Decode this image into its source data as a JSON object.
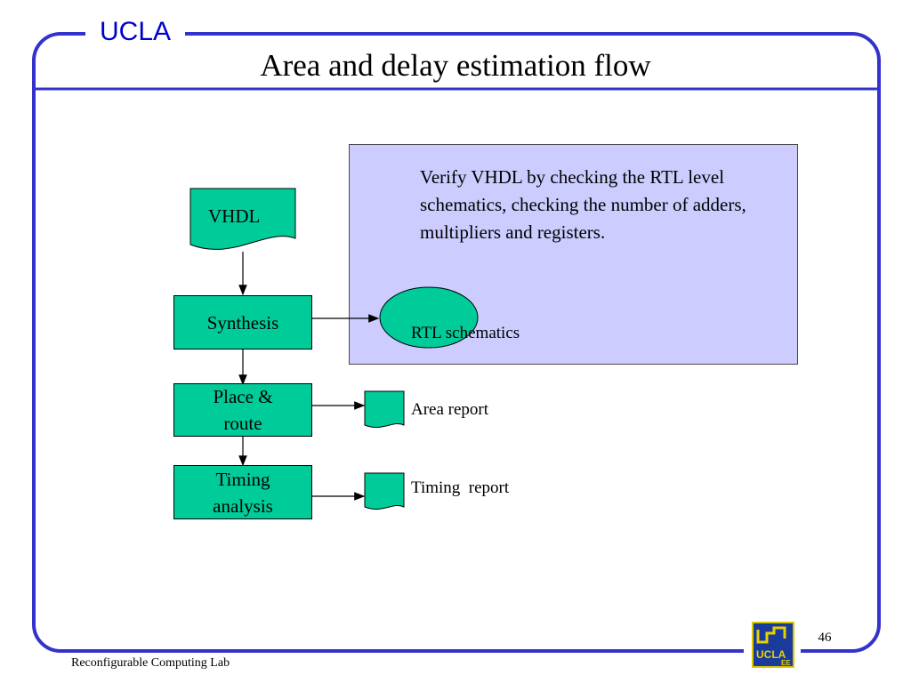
{
  "header": {
    "org": "UCLA",
    "title": "Area and delay estimation flow"
  },
  "colors": {
    "frame": "#3333cc",
    "process_fill": "#00cc99",
    "note_fill": "#ccccff",
    "header_text": "#0000cc"
  },
  "diagram": {
    "input_doc": "VHDL",
    "steps": [
      {
        "label": "Synthesis"
      },
      {
        "label": "Place & route"
      },
      {
        "label": "Timing analysis"
      }
    ],
    "outputs": [
      {
        "label": "RTL schematics",
        "shape": "ellipse"
      },
      {
        "label": "Area report",
        "shape": "document"
      },
      {
        "label": "Timing  report",
        "shape": "document"
      }
    ],
    "note": "Verify VHDL by checking the RTL level schematics, checking the number of adders, multipliers and registers."
  },
  "footer": {
    "lab": "Reconfigurable Computing Lab",
    "page": "46",
    "logo": {
      "icon": "ucla-ee-logo",
      "text": "UCLA",
      "subtext": "EE"
    }
  }
}
